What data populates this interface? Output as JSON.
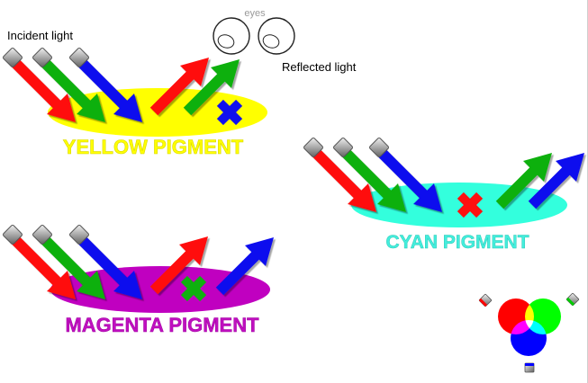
{
  "labels": {
    "incident": "Incident light",
    "reflected": "Reflected light",
    "eyes": "eyes"
  },
  "pigments": [
    {
      "name": "YELLOW PIGMENT",
      "color": "#ffff00",
      "text_color": "#ffff00",
      "absorbed": "blue",
      "reflected": [
        "red",
        "green"
      ]
    },
    {
      "name": "CYAN PIGMENT",
      "color": "#33ffdd",
      "text_color": "#44eedd",
      "absorbed": "red",
      "reflected": [
        "green",
        "blue"
      ]
    },
    {
      "name": "MAGENTA PIGMENT",
      "color": "#c000c0",
      "text_color": "#c010c0",
      "absorbed": "green",
      "reflected": [
        "red",
        "blue"
      ]
    }
  ],
  "colors": {
    "red": "#ff1010",
    "green": "#10b010",
    "blue": "#1010ee"
  }
}
